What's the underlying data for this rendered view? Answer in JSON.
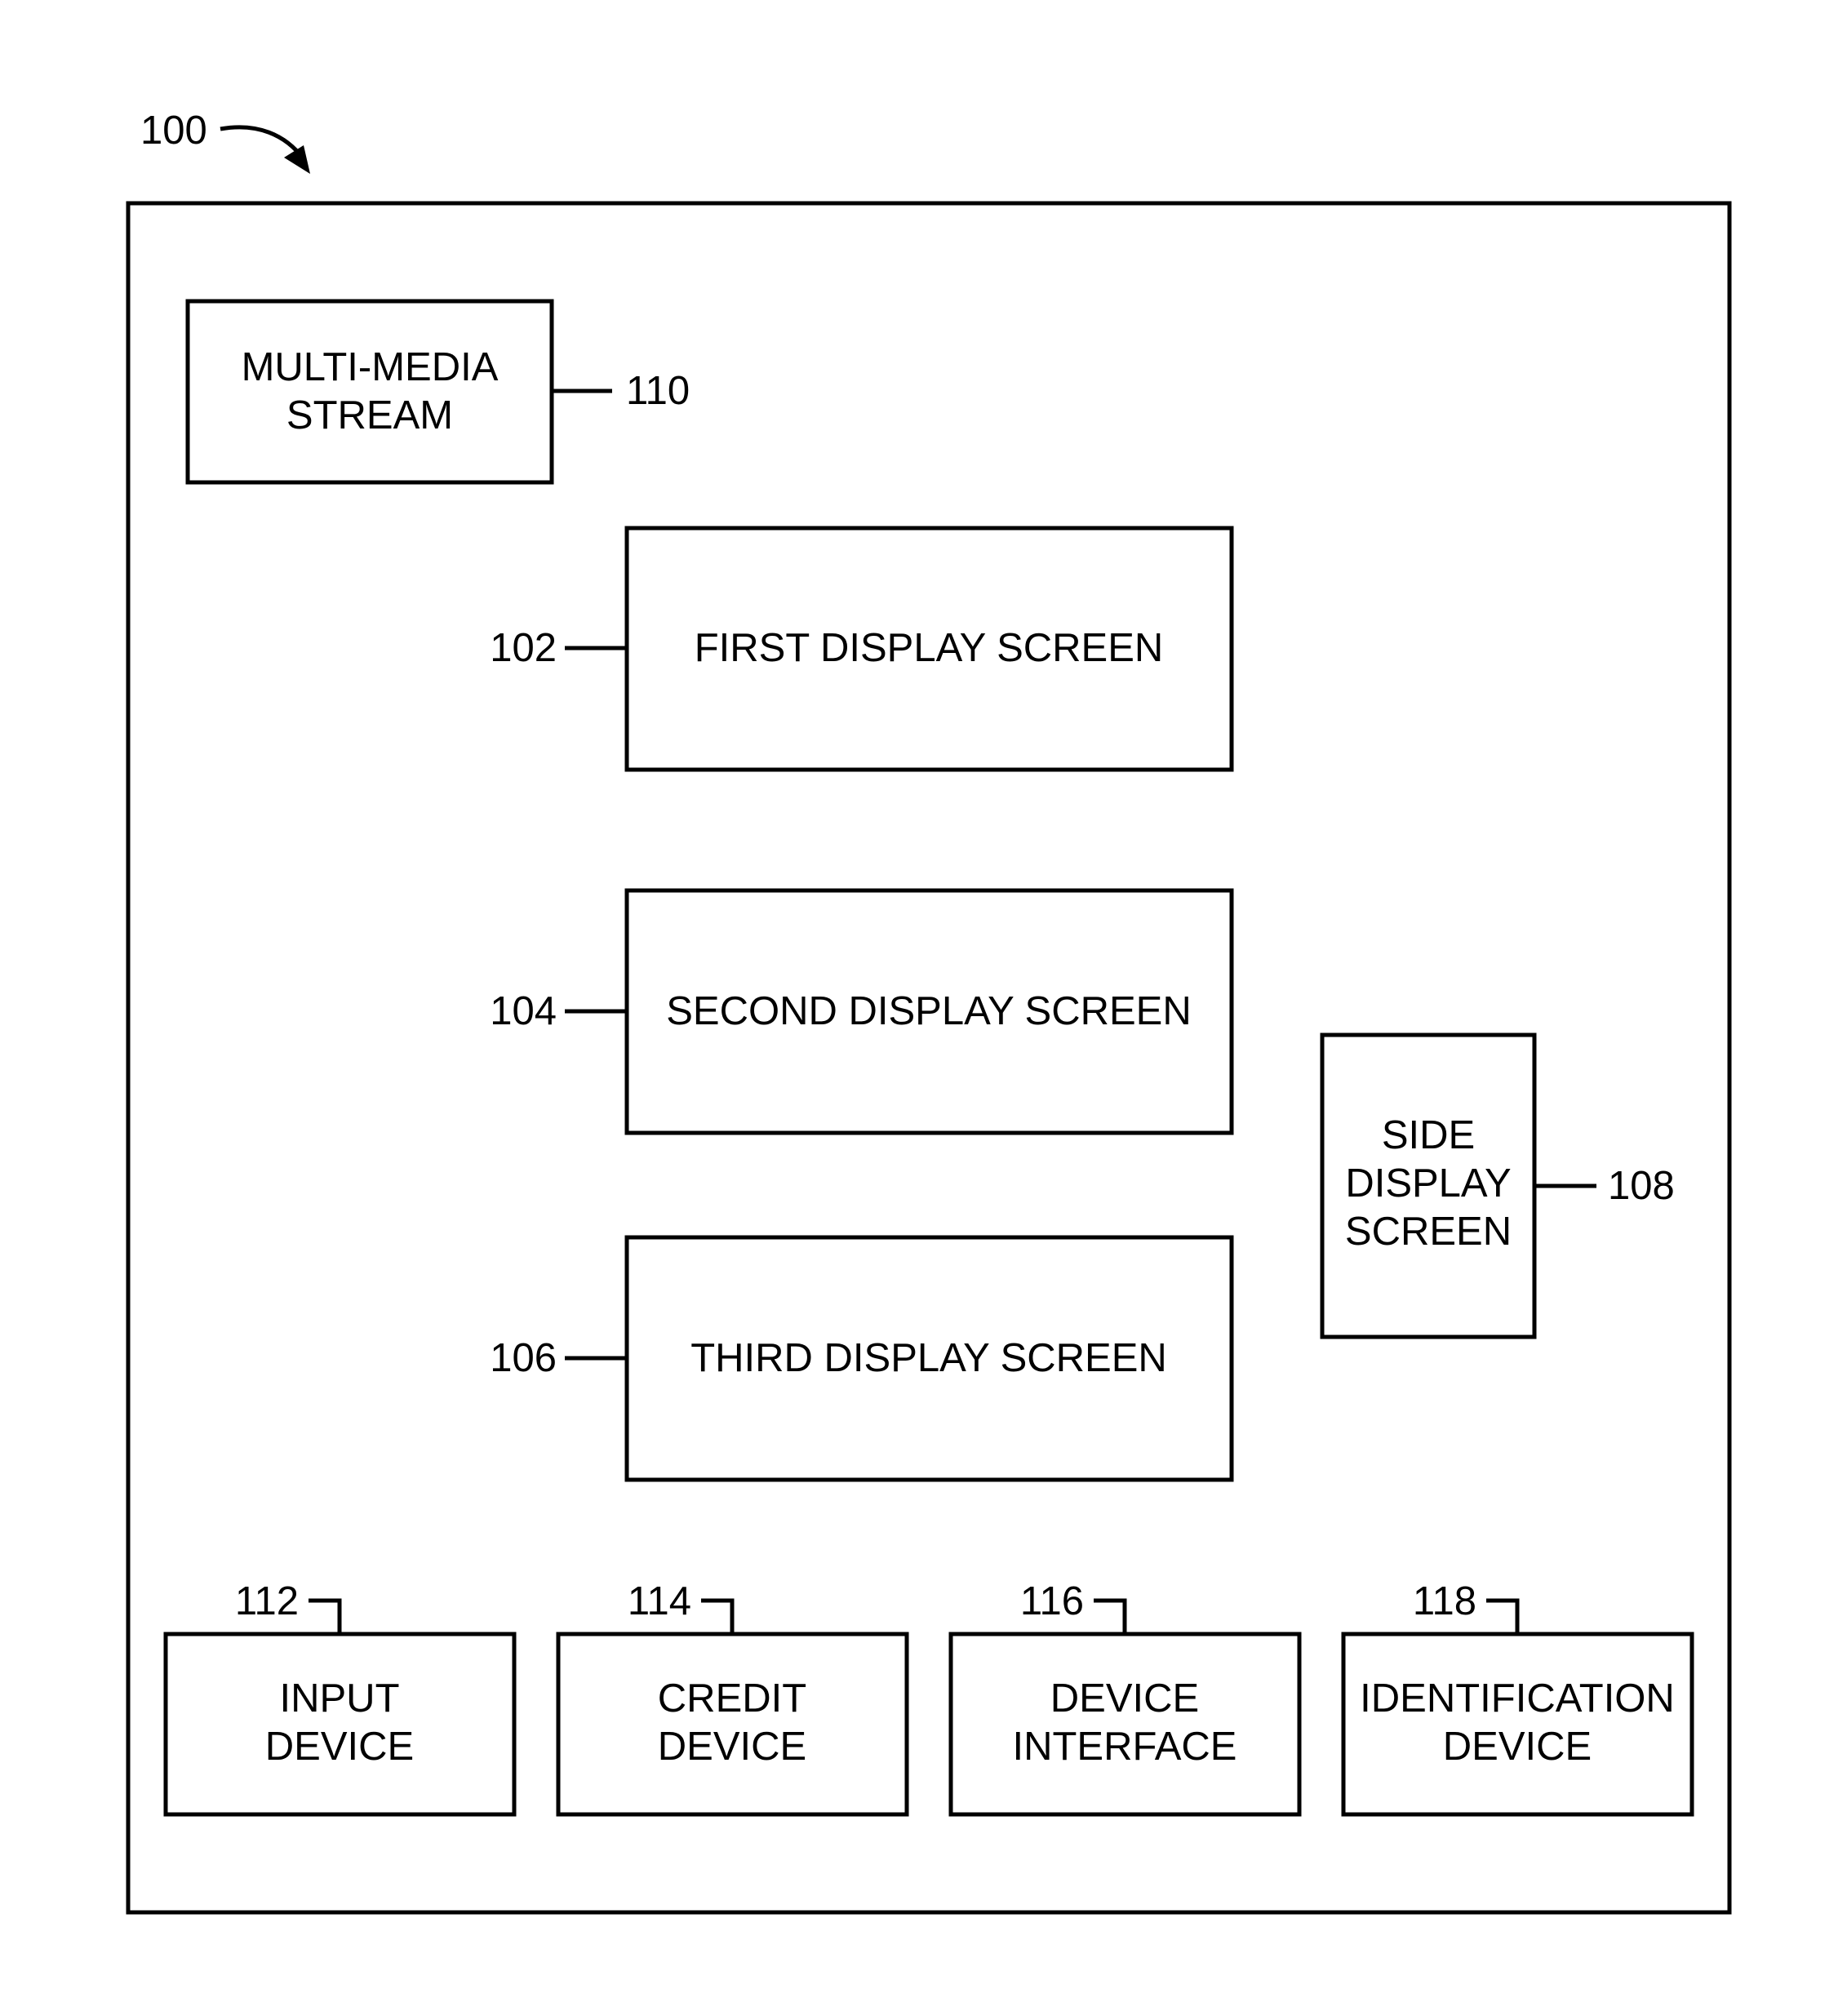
{
  "figure_ref": "100",
  "blocks": {
    "multimedia_stream": {
      "ref": "110",
      "lines": [
        "MULTI-MEDIA",
        "STREAM"
      ]
    },
    "first_display": {
      "ref": "102",
      "lines": [
        "FIRST DISPLAY SCREEN"
      ]
    },
    "second_display": {
      "ref": "104",
      "lines": [
        "SECOND DISPLAY SCREEN"
      ]
    },
    "third_display": {
      "ref": "106",
      "lines": [
        "THIRD DISPLAY SCREEN"
      ]
    },
    "side_display": {
      "ref": "108",
      "lines": [
        "SIDE",
        "DISPLAY",
        "SCREEN"
      ]
    },
    "input_device": {
      "ref": "112",
      "lines": [
        "INPUT",
        "DEVICE"
      ]
    },
    "credit_device": {
      "ref": "114",
      "lines": [
        "CREDIT",
        "DEVICE"
      ]
    },
    "device_interface": {
      "ref": "116",
      "lines": [
        "DEVICE",
        "INTERFACE"
      ]
    },
    "identification_device": {
      "ref": "118",
      "lines": [
        "IDENTIFICATION",
        "DEVICE"
      ]
    }
  }
}
